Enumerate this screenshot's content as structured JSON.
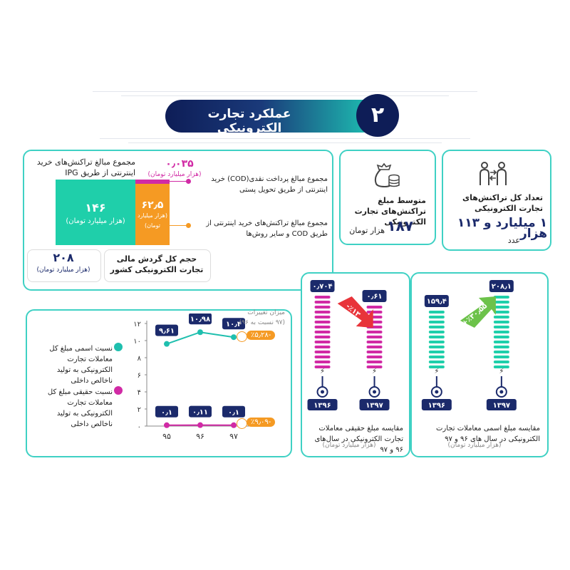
{
  "header": {
    "number": "۲",
    "title": "عملکرد تجارت الکترونیکی"
  },
  "colors": {
    "navy": "#1b2a6b",
    "teal": "#1fbfae",
    "orange": "#f59a23",
    "magenta": "#d12aa5",
    "border": "#3fd1c4"
  },
  "transactions_count": {
    "title": "تعداد کل تراکنش‌های تجارت الکترونیکی",
    "value": "۱ میلیارد و ۱۱۳ هزار",
    "unit": "عدد",
    "icon": "exchange-people-icon"
  },
  "avg_transaction": {
    "title": "متوسط مبلغ تراکنش‌های تجارت الکترونیکی",
    "value": "۱۸۷",
    "unit": "هزار تومان",
    "icon": "money-bag-icon"
  },
  "turnover": {
    "ipg_label": "مجموع مبالغ تراکنش‌های خرید اینترنتی از طریق IPG",
    "ipg_value": "۱۴۶",
    "ipg_unit": "(هزار میلیارد تومان)",
    "cod_value": "۰٫۰۳۵",
    "cod_unit": "(هزار میلیارد تومان)",
    "cod_label": "مجموع مبالغ پرداخت نقدی(COD) خرید اینترنتی از طریق تحویل پستی",
    "other_value": "۶۲٫۵",
    "other_unit_1": "(هزار میلیارد",
    "other_unit_2": "تومان)",
    "other_label": "مجموع مبالغ تراکنش‌های خرید اینترنتی از طریق COD و سایر روش‌ها",
    "total_value": "۲۰۸",
    "total_unit": "(هزار میلیارد تومان)",
    "total_label": "حجم کل گردش مالی تجارت الکترونیکی کشور"
  },
  "chart_data": [
    {
      "type": "line",
      "x": [
        "۹۵",
        "۹۶",
        "۹۷"
      ],
      "ylim": [
        0,
        12
      ],
      "yticks": [
        "۰",
        "۲",
        "۴",
        "۶",
        "۸",
        "۱۰",
        "۱۲"
      ],
      "series": [
        {
          "name": "نسبت اسمی مبلغ کل معاملات تجارت الکترونیکی به تولید ناخالص داخلی",
          "values": [
            9.61,
            10.98,
            10.4
          ],
          "labels": [
            "۹٫۶۱",
            "۱۰٫۹۸",
            "۱۰٫۴"
          ],
          "color": "#1fbfae"
        },
        {
          "name": "نسبت حقیقی مبلغ کل معاملات تجارت الکترونیکی به تولید ناخالص داخلی",
          "values": [
            0.1,
            0.11,
            0.1
          ],
          "labels": [
            "۰٫۱",
            "۰٫۱۱",
            "۰٫۱"
          ],
          "color": "#d12aa5"
        }
      ],
      "change_title": "میزان تغییرات",
      "change_subtitle": "(۹۷ نسبت به ۹۶)",
      "change_top": "-٪۵٫۲۸",
      "change_bottom": "-٪۹٫۰۹"
    },
    {
      "type": "bar",
      "categories": [
        "۱۳۹۶",
        "۱۳۹۷"
      ],
      "values": [
        0.704,
        0.61
      ],
      "labels": [
        "۰٫۷۰۴",
        "۰٫۶۱"
      ],
      "change": "-٪۱۳",
      "title": "مقایسه مبلغ حقیقی معاملات تجارت الکترونیکی در سال‌های ۹۶ و ۹۷",
      "unit": "(هزار میلیارد تومان)"
    },
    {
      "type": "bar",
      "categories": [
        "۱۳۹۶",
        "۱۳۹۷"
      ],
      "values": [
        159.4,
        208.1
      ],
      "labels": [
        "۱۵۹٫۴",
        "۲۰۸٫۱"
      ],
      "change": "+٪۳۰٫۵۵",
      "title": "مقایسه مبلغ اسمی معاملات تجارت الکترونیکی در سال های ۹۶ و ۹۷",
      "unit": "(هزار میلیارد تومان)"
    }
  ]
}
